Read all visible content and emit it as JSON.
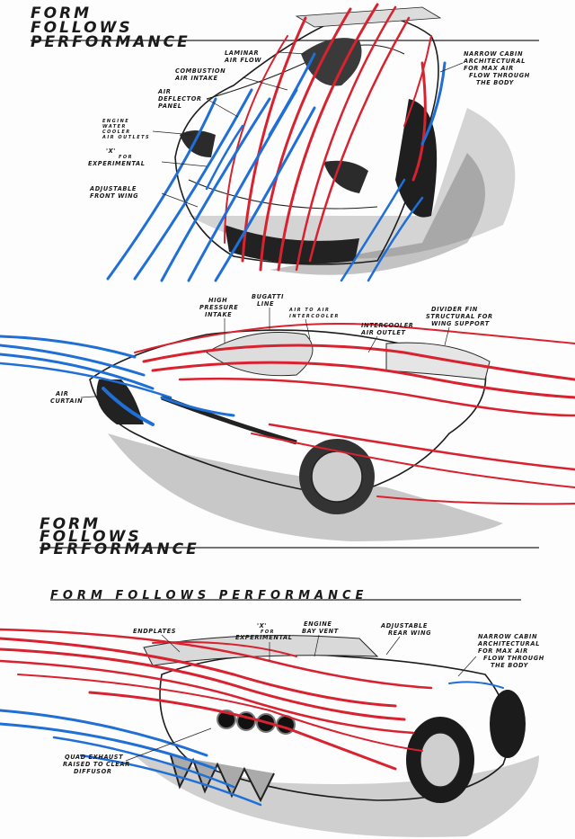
{
  "panel1": {
    "title_lines": [
      "Form",
      "Follows",
      "Performance"
    ],
    "labels": {
      "laminar": [
        "Laminar",
        "air flow"
      ],
      "combustion": [
        "Combustion",
        "air intake"
      ],
      "deflector": [
        "Air",
        "Deflector",
        "panel"
      ],
      "engine_cooler": [
        "Engine",
        "water",
        "cooler",
        "air outlets"
      ],
      "x_experimental": [
        "'X'",
        "for",
        "experimental"
      ],
      "adjustable_wing": [
        "Adjustable",
        "front wing"
      ],
      "narrow_cabin": [
        "Narrow cabin",
        "architectural",
        "for max air",
        "flow through",
        "the body"
      ]
    }
  },
  "panel2": {
    "title_lines": [
      "Form",
      "Follows",
      "Performance"
    ],
    "labels": {
      "high_pressure": [
        "High",
        "pressure",
        "intake"
      ],
      "bugatti_line": [
        "Bugatti",
        "line"
      ],
      "air_to_air": [
        "Air to air",
        "intercooler"
      ],
      "intercooler_outlet": [
        "Intercooler",
        "air outlet"
      ],
      "divider_fin": [
        "Divider fin",
        "structural for",
        "wing support"
      ],
      "air_curtain": [
        "Air",
        "curtain"
      ]
    }
  },
  "panel3": {
    "title": "Form Follows Performance",
    "labels": {
      "endplates": [
        "Endplates"
      ],
      "x_experimental": [
        "'X'",
        "for",
        "experimental"
      ],
      "engine_bay": [
        "Engine",
        "bay vent"
      ],
      "rear_wing": [
        "Adjustable",
        "rear wing"
      ],
      "narrow_cabin": [
        "Narrow cabin",
        "architectural",
        "for max air",
        "flow through",
        "the body"
      ],
      "quad_exhaust": [
        "Quad exhaust",
        "raised to clear",
        "diffusor"
      ]
    }
  },
  "colors": {
    "airflow_hot": "#d8222f",
    "airflow_cold": "#1f6fd6",
    "ink": "#1c1c1c",
    "paper": "#fdfdfd"
  }
}
